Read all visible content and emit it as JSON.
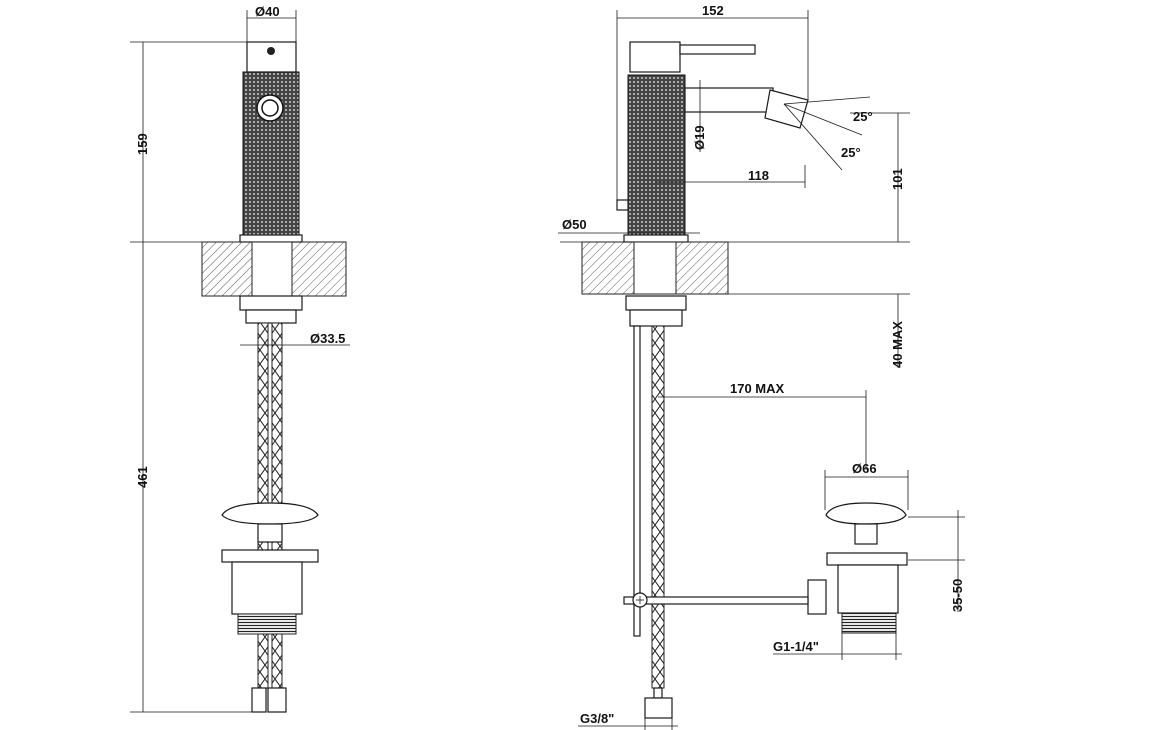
{
  "title": "Bidet mixer technical drawing",
  "left_view": {
    "dia_top": "Ø40",
    "height_body": "159",
    "height_total": "461",
    "dia_hose": "Ø33.5"
  },
  "right_view": {
    "width_total": "152",
    "dia_spout": "Ø19",
    "angle_up": "25°",
    "angle_down": "25°",
    "spout_reach": "118",
    "spout_height": "101",
    "dia_base": "Ø50",
    "deck_thickness": "40 MAX",
    "drain_distance": "170 MAX",
    "dia_drain": "Ø66",
    "drain_range": "35-50",
    "drain_thread": "G1-1/4\"",
    "hose_thread": "G3/8\""
  }
}
